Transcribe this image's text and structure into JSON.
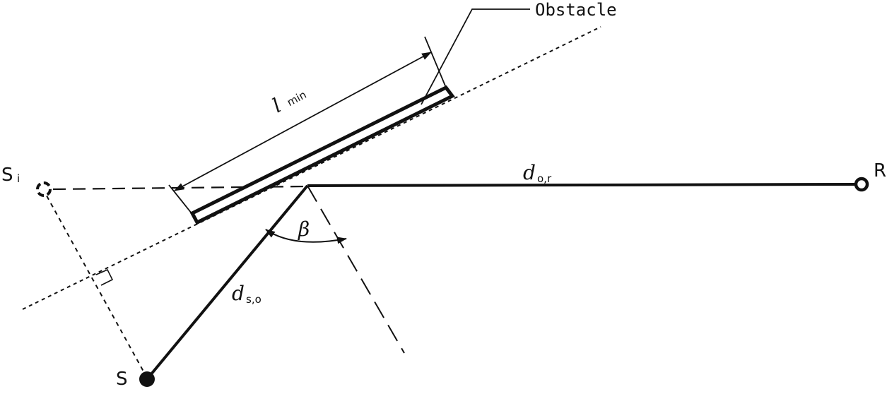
{
  "labels": {
    "obstacle": "Obstacle",
    "l_min_main": "l",
    "l_min_sub": "min",
    "source": "S",
    "image_source_main": "S",
    "image_source_sub": "i",
    "receiver": "R",
    "d_or_main": "d",
    "d_or_sub": "o,r",
    "d_so_main": "d",
    "d_so_sub": "s,o",
    "beta": "β"
  }
}
